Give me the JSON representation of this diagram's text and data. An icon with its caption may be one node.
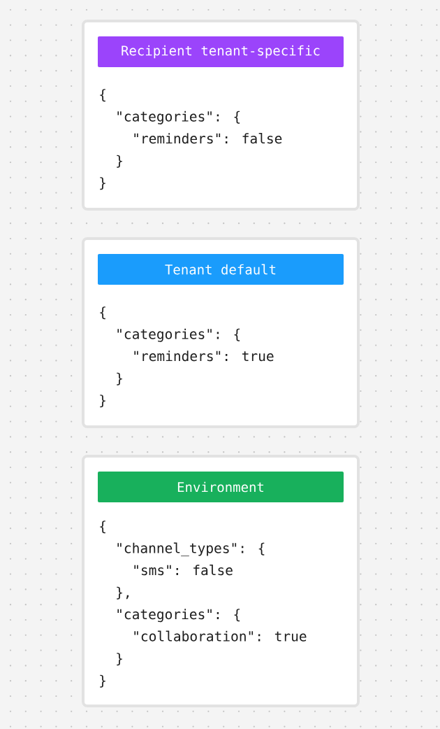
{
  "diagram": {
    "nodes": [
      {
        "text": [
          "{",
          "\"categories\": {",
          "\"reminders\": false",
          "}",
          "}"
        ]
      },
      {
        "text": [
          "Recipient tenant-specific"
        ],
        "in": 0
      },
      {
        "text": [
          "{",
          "\"categories\": {",
          "\"reminders\": true",
          "}",
          "}"
        ]
      },
      {
        "text": [
          "Tenant default"
        ],
        "in": 2
      },
      {
        "text": [
          "{",
          "\"channel_types\": {",
          "\"sms\": false",
          "},",
          "\"categories\": {",
          "\"collaboration\": true",
          "}",
          "}"
        ]
      },
      {
        "text": [
          "Environment"
        ],
        "in": 4
      }
    ]
  }
}
